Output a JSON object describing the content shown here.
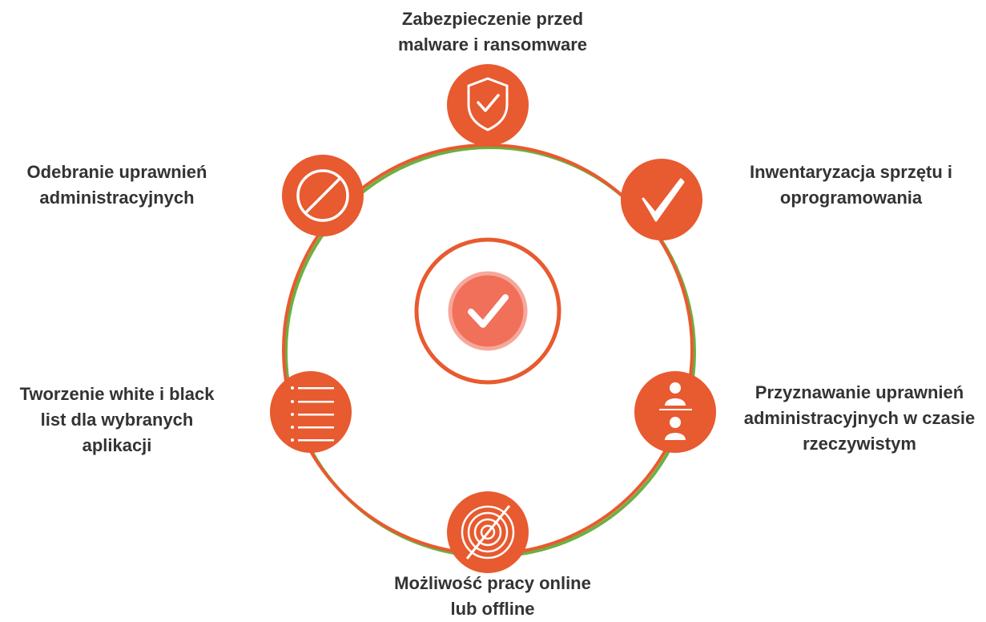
{
  "colors": {
    "accent": "#E85A2F",
    "ring_shadow": "#6BB041",
    "center_fill": "#F1705A",
    "text": "#333333"
  },
  "center": {
    "icon": "check-circle-icon"
  },
  "nodes": [
    {
      "id": "top",
      "icon": "shield-check-icon",
      "lines": [
        "Zabezpieczenie przed",
        "malware i ransomware"
      ]
    },
    {
      "id": "top-right",
      "icon": "checkmark-icon",
      "lines": [
        "Inwentaryzacja sprzętu i",
        "oprogramowania"
      ]
    },
    {
      "id": "bottom-right",
      "icon": "users-hierarchy-icon",
      "lines": [
        "Przyznawanie uprawnień",
        "administracyjnych w czasie",
        "rzeczywistym"
      ]
    },
    {
      "id": "bottom",
      "icon": "offline-signal-icon",
      "lines": [
        "Możliwość pracy online",
        "lub offline"
      ]
    },
    {
      "id": "bottom-left",
      "icon": "list-icon",
      "lines": [
        "Tworzenie white i black",
        "list dla wybranych",
        "aplikacji"
      ]
    },
    {
      "id": "top-left",
      "icon": "prohibited-icon",
      "lines": [
        "Odebranie uprawnień",
        "administracyjnych"
      ]
    }
  ]
}
